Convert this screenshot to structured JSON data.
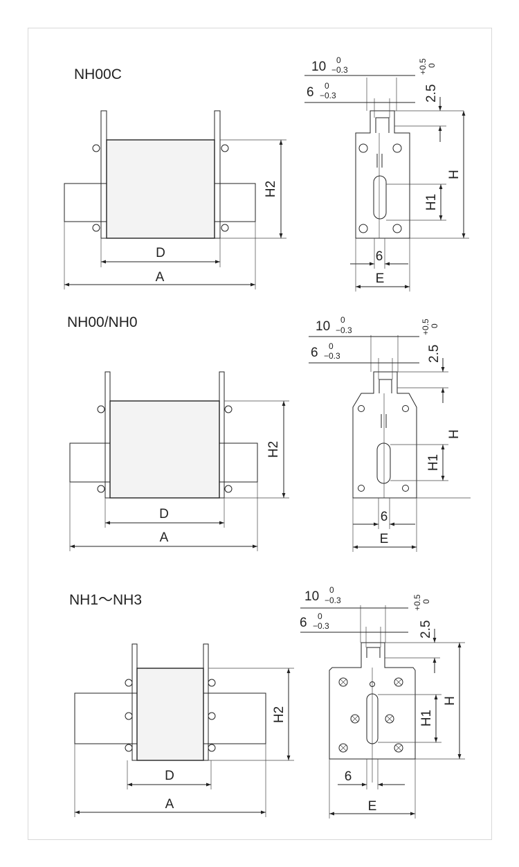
{
  "sections": [
    {
      "title": "NH00C",
      "labels": {
        "D": "D",
        "A": "A",
        "H2": "H2",
        "H": "H",
        "H1": "H1",
        "six": "6",
        "E": "E",
        "w10": "10",
        "w10_sup": "0",
        "w10_sub": "−0.3",
        "w6": "6",
        "w6_sup": "0",
        "w6_sub": "−0.3",
        "t": "2.5",
        "t_sup": "+0.5",
        "t_sub": "0"
      }
    },
    {
      "title": "NH00/NH0",
      "labels": {
        "D": "D",
        "A": "A",
        "H2": "H2",
        "H": "H",
        "H1": "H1",
        "six": "6",
        "E": "E",
        "w10": "10",
        "w10_sup": "0",
        "w10_sub": "−0.3",
        "w6": "6",
        "w6_sup": "0",
        "w6_sub": "−0.3",
        "t": "2.5",
        "t_sup": "+0.5",
        "t_sub": "0"
      }
    },
    {
      "title": "NH1～NH3",
      "labels": {
        "D": "D",
        "A": "A",
        "H2": "H2",
        "H": "H",
        "H1": "H1",
        "six": "6",
        "E": "E",
        "w10": "10",
        "w10_sup": "0",
        "w10_sub": "−0.3",
        "w6": "6",
        "w6_sup": "0",
        "w6_sub": "−0.3",
        "t": "2.5",
        "t_sup": "+0.5",
        "t_sub": "0"
      }
    }
  ],
  "colors": {
    "line": "#222222",
    "body_fill": "#f3f3f3",
    "contact_fill": "#ffffff",
    "frame": "#d8d8d8"
  }
}
